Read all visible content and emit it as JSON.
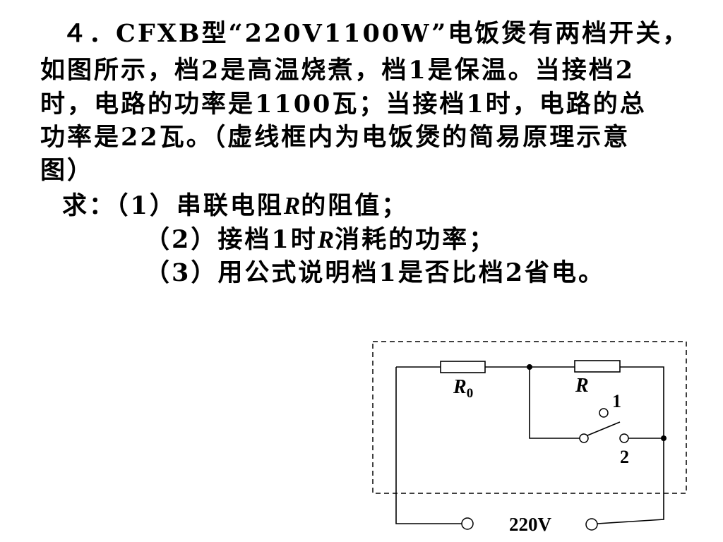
{
  "problem": {
    "lines": [
      "４．CFXB型“220V1100W”电饭煲有两档开关，",
      "如图所示，档2是高温烧煮，档1是保温。当接档2",
      "时，电路的功率是1100瓦；当接档1时，电路的总",
      "功率是22瓦。（虚线框内为电饭煲的简易原理示意",
      "图）"
    ],
    "questions": [
      {
        "before": "求：（1）串联电阻",
        "var": "R",
        "after": "的阻值；"
      },
      {
        "before": "（2）接档1时",
        "var": "R",
        "after": "消耗的功率；"
      },
      {
        "text": "（3）用公式说明档1是否比档2省电。"
      }
    ]
  },
  "circuit": {
    "r0_label": "R",
    "r0_subscript": "0",
    "r_label": "R",
    "contact_1": "1",
    "contact_2": "2",
    "supply": "220V"
  }
}
